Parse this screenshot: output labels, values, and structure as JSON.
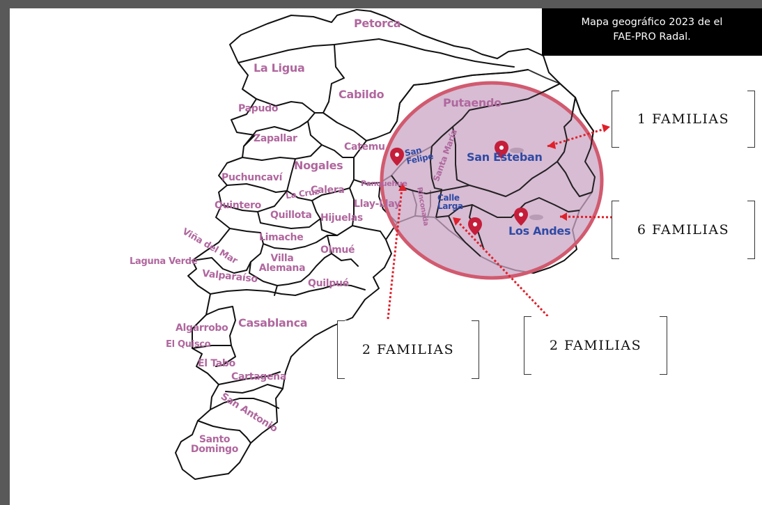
{
  "title": {
    "line1": "Mapa geográfico 2023 de el",
    "line2": "FAE-PRO Radal."
  },
  "communes": {
    "petorca": "Petorca",
    "la_ligua": "La Ligua",
    "cabildo": "Cabildo",
    "putaendo": "Putaendo",
    "papudo": "Papudo",
    "zapallar": "Zapallar",
    "catemu": "Catemu",
    "nogales": "Nogales",
    "san_felipe_1": "San",
    "san_felipe_2": "Felipe",
    "santa_maria": "Santa María",
    "san_esteban": "San Esteban",
    "puchuncavi": "Puchuncaví",
    "la_cruz": "La Cruz",
    "calera": "Calera",
    "panquehue": "Panquehue",
    "quintero": "Quintero",
    "quillota": "Quillota",
    "hijuelas": "Hijuelas",
    "llayllay": "Llay-Llay",
    "rinconada": "Rinconada",
    "calle_larga_1": "Calle",
    "calle_larga_2": "Larga",
    "los_andes": "Los Andes",
    "vina_del_mar": "Viña del Mar",
    "limache": "Limache",
    "olmue": "Olmué",
    "laguna_verde": "Laguna Verde",
    "villa_alemana_1": "Villa",
    "villa_alemana_2": "Alemana",
    "valparaiso": "Valparaíso",
    "quilpue": "Quilpué",
    "algarrobo": "Algarrobo",
    "casablanca": "Casablanca",
    "el_quisco": "El Quisco",
    "el_tabo": "El Tabo",
    "cartagena": "Cartagena",
    "san_antonio": "San Antonio",
    "santo_domingo_1": "Santo",
    "santo_domingo_2": "Domingo"
  },
  "callouts": {
    "putaendo_families": "1 FAMILIAS",
    "los_andes_families": "6 FAMILIAS",
    "san_felipe_families": "2 FAMILIAS",
    "calle_larga_families": "2 FAMILIAS"
  },
  "colors": {
    "label_pink": "#b0679e",
    "label_blue": "#2f4aa5",
    "highlight_fill": "#c9a5c4",
    "highlight_stroke": "#d15a6f",
    "arrow_red": "#e0202a",
    "pin": "#c41e3a"
  },
  "icons": [
    "map-pin-icon"
  ]
}
